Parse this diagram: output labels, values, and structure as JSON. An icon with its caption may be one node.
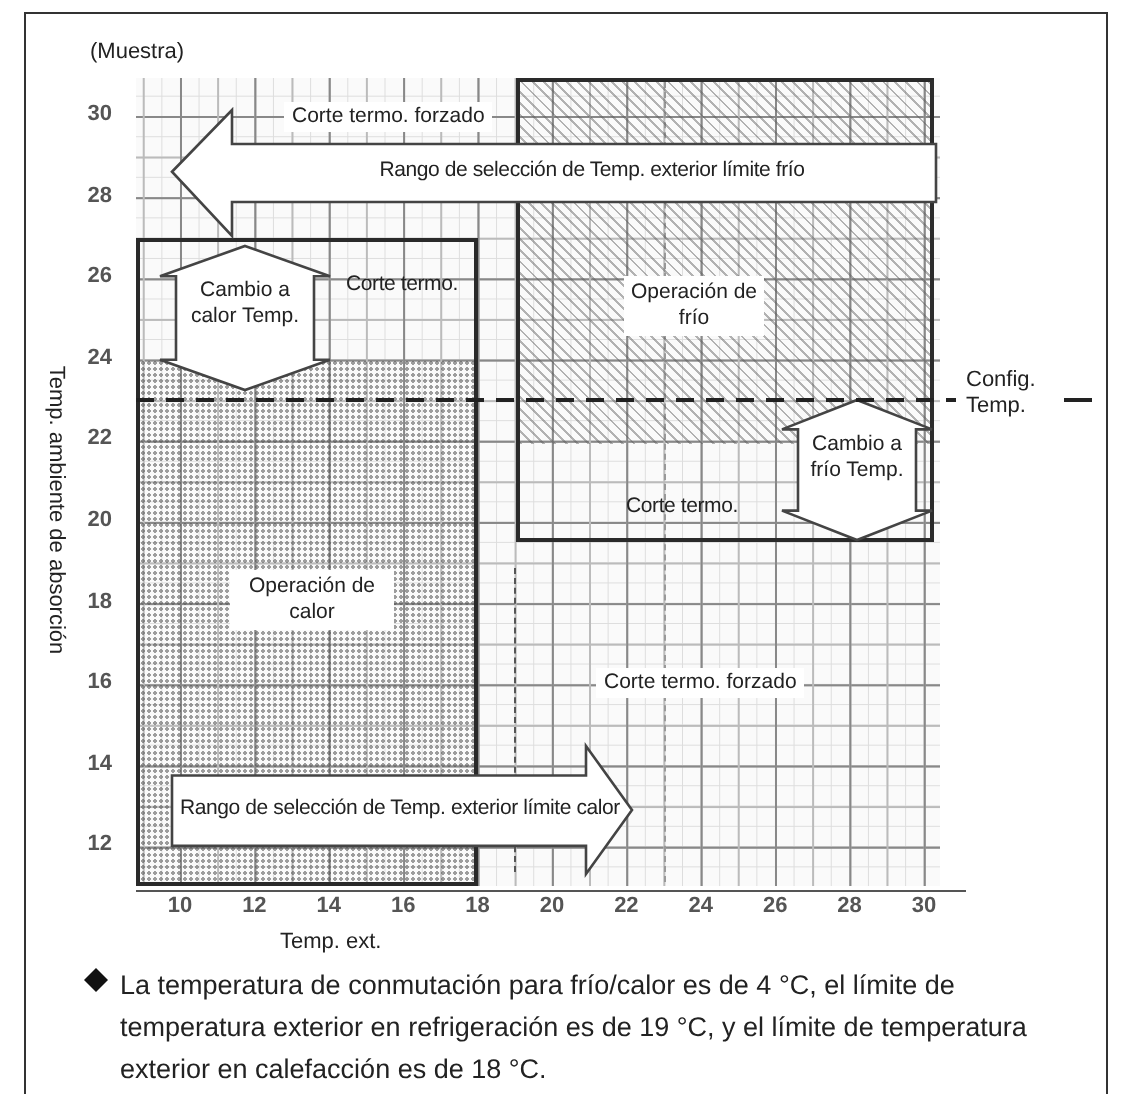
{
  "diagram": {
    "nodes": [
      {
        "text": [
          "Rango de selección de Temp. exterior límite frío"
        ]
      },
      {
        "text": [
          "Corte termo.",
          "Operación de calor"
        ]
      },
      {
        "text": [
          "Cambio a calor Temp."
        ],
        "in": 1
      },
      {
        "text": [
          "Operación de frío",
          "Corte termo."
        ]
      },
      {
        "text": [
          "Cambio a frío Temp."
        ],
        "in": 3
      },
      {
        "text": [
          "Rango de selección de Temp. exterior límite calor"
        ]
      }
    ],
    "labels": [
      "(Muestra)",
      "Corte termo. forzado",
      "Config. Temp.",
      "Corte termo. forzado",
      "Temp. ambiente de absorción",
      "30",
      "28",
      "26",
      "24",
      "22",
      "20",
      "18",
      "16",
      "14",
      "12",
      "10",
      "12",
      "14",
      "16",
      "18",
      "20",
      "22",
      "24",
      "26",
      "28",
      "30",
      "Temp. ext.",
      "La temperatura de conmutación para frío/calor es de 4 °C, el límite de temperatura exterior en refrigeración es de 19 °C, y el límite de temperatura exterior en calefacción es de 18 °C."
    ]
  }
}
